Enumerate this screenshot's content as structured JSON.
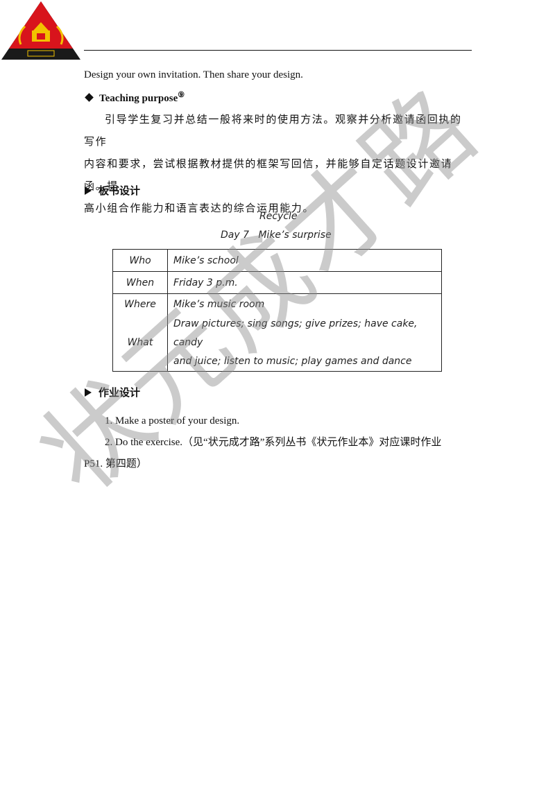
{
  "intro_line": "Design your own invitation. Then share your design.",
  "teaching_purpose": {
    "heading": "Teaching  purpose",
    "footnote_mark": "⑨",
    "line1": "引导学生复习并总结一般将来时的使用方法。观察并分析邀请函回执的写作",
    "line2": "内容和要求，尝试根据教材提供的框架写回信，并能够自定话题设计邀请函。提",
    "line3": "高小组合作能力和语言表达的综合运用能力。"
  },
  "board": {
    "heading": "板书设计",
    "title1": "Recycle",
    "title2": "Day 7   Mike’s surprise",
    "rows": [
      {
        "key": "Who",
        "value": "Mike’s school"
      },
      {
        "key": "When",
        "value": "Friday 3 p.m."
      },
      {
        "key": "Where",
        "value": "Mike’s music room"
      },
      {
        "key": "What",
        "value_line1": "Draw pictures; sing songs; give prizes; have cake, candy",
        "value_line2": "and juice; listen to music; play games and dance"
      }
    ]
  },
  "homework": {
    "heading": "作业设计",
    "item1": "1. Make a poster of your design.",
    "item2_line1": "2. Do the exercise.（见“状元成才路”系列丛书《状元作业本》对应课时作业",
    "item2_line2": "P51. 第四题）"
  },
  "watermark": "状元成才路",
  "colors": {
    "logo_red": "#d8141c",
    "logo_black": "#1a1a1a",
    "logo_gold": "#f2c200",
    "watermark_gray": "#8c8c8c"
  }
}
